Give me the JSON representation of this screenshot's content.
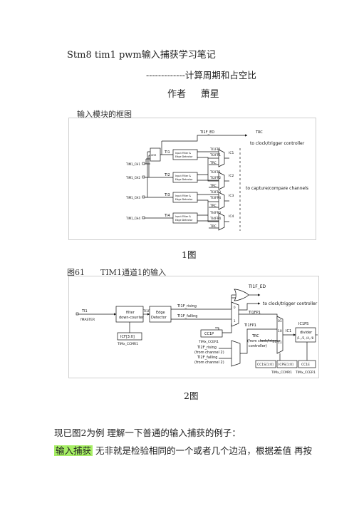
{
  "doc": {
    "title": "Stm8 tim1 pwm输入捕获学习笔记",
    "subtitle": "-------------计算周期和占空比",
    "author_label": "作者",
    "author_name": "萧星",
    "section_label": "输入模块的框图",
    "fig1_caption": "1图",
    "fig2_number": "图61",
    "fig2_title": "TIM1通道1的输入",
    "fig2_caption": "2图",
    "para1": "现已图2为例 理解一下普通的输入捕获的例子：",
    "para2_highlight": "输入捕获",
    "para2_rest": " 无非就是检验相同的一个或者几个边沿，根据差值 再按"
  },
  "fig1": {
    "top_label": "TI1F_ED",
    "trc_top": "TRC",
    "to_clock": "to clock/trigger controller",
    "to_capture": "to capture/compare channels",
    "xor": "XOR",
    "inputs": [
      "TIM1_CH1",
      "TIM1_CH2",
      "TIM1_CH3",
      "TIM1_CH4"
    ],
    "ti": [
      "TI1",
      "TI2",
      "TI3",
      "TI4"
    ],
    "filter_l1": "Input Filter &",
    "filter_l2": "Edge Detector",
    "fp_a": [
      "TI1FP1",
      "TI2FP1",
      "TI3FP3",
      "TI4FP3"
    ],
    "fp_b": [
      "TI2FP1",
      "TI2FP2",
      "TI3FP4",
      "TI4FP4"
    ],
    "trc": "TRC",
    "ic": [
      "IC1",
      "IC2",
      "IC3",
      "IC4"
    ]
  },
  "fig2": {
    "ti1": "TI1",
    "fmaster": "fMASTER",
    "filter_l1": "filter",
    "filter_l2": "down-counter",
    "icf": "ICF[3:0]",
    "ccmr1": "TIMx_CCMR1",
    "ti1f": "TI1F",
    "edge_l1": "Edge",
    "edge_l2": "Detector",
    "ti1f_rising": "TI1F_rising",
    "ti1f_falling": "TI1F_falling",
    "ti1f_ed": "TI1F_ED",
    "to_clock": "to clock/trigger controller",
    "ti1fp1_a": "TI1FP1",
    "ti1fp1_b": "TI1FP1",
    "mux0": "0",
    "mux1": "1",
    "cc1p": "CC1P",
    "ccer1": "TIMx_CCER1",
    "ti2f_rising": "TI2F_rising",
    "ti2f_falling": "TI2F_falling",
    "from_ch2_a": "(from channel 2)",
    "from_ch2_b": "(from channel 2)",
    "trc": "TRC",
    "trc_from_l1": "(from clock/trigger",
    "trc_from_l2": "controller)",
    "sel01": "01",
    "sel10": "10",
    "sel11": "11",
    "ic1": "IC1",
    "divider": "divider",
    "divider_values": "/1, /2, /4, /8",
    "ic1ps": "IC1PS",
    "cc1s": "CC1S[1:0]",
    "icps": "ICPS[1:0]",
    "cc1e": "CC1E",
    "ccmr1_b": "TIMx_CCMR1",
    "ccer1_b": "TIMx_CCER1"
  }
}
